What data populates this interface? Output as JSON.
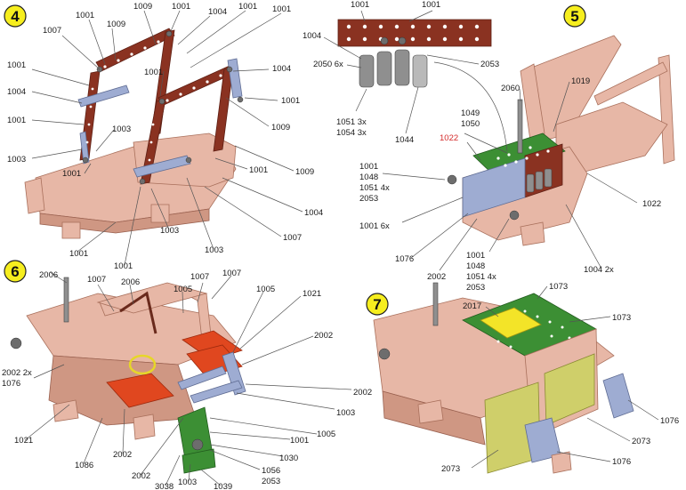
{
  "steps": [
    {
      "number": "4",
      "labels": [
        "1001",
        "1009",
        "1001",
        "1004",
        "1001",
        "1001",
        "1007",
        "1009",
        "1001",
        "1004",
        "1001",
        "1004",
        "1001",
        "1001",
        "1009",
        "1003",
        "1003",
        "1001",
        "1001",
        "1009",
        "1004",
        "1007",
        "1001",
        "1003",
        "1003",
        "1001"
      ]
    },
    {
      "number": "5",
      "labels": [
        "1001",
        "1001",
        "1004",
        "2050 6x",
        "2053",
        "1051 3x",
        "1054 3x",
        "1044",
        "2060",
        "1019",
        "1049",
        "1050",
        "1022",
        "1001",
        "1048",
        "1051 4x",
        "2053",
        "1001 6x",
        "1022",
        "1001",
        "1048",
        "1051 4x",
        "2053",
        "1076",
        "2002",
        "1004 2x"
      ]
    },
    {
      "number": "6",
      "labels": [
        "2006",
        "1007",
        "2006",
        "1005",
        "1007",
        "1007",
        "1005",
        "1021",
        "2002",
        "2002 2x",
        "1076",
        "2002",
        "1003",
        "1021",
        "1086",
        "2002",
        "1005",
        "1001",
        "1030",
        "2002",
        "3038",
        "1003",
        "1039",
        "1056",
        "2053"
      ]
    },
    {
      "number": "7",
      "labels": [
        "1073",
        "2017",
        "1073",
        "1076",
        "2073",
        "2073",
        "1076"
      ]
    }
  ],
  "colors": {
    "frame_plate": "#e7b7a6",
    "brown_strip": "#8a3221",
    "blue_bracket": "#9eacd2",
    "green_plate": "#3c8f34",
    "yellow_plate": "#f3e428",
    "olive_plate": "#cfcf6a",
    "orange_plate": "#e0471f",
    "step_badge": "#f6ee1e",
    "highlight_label": "#d42a2a"
  }
}
